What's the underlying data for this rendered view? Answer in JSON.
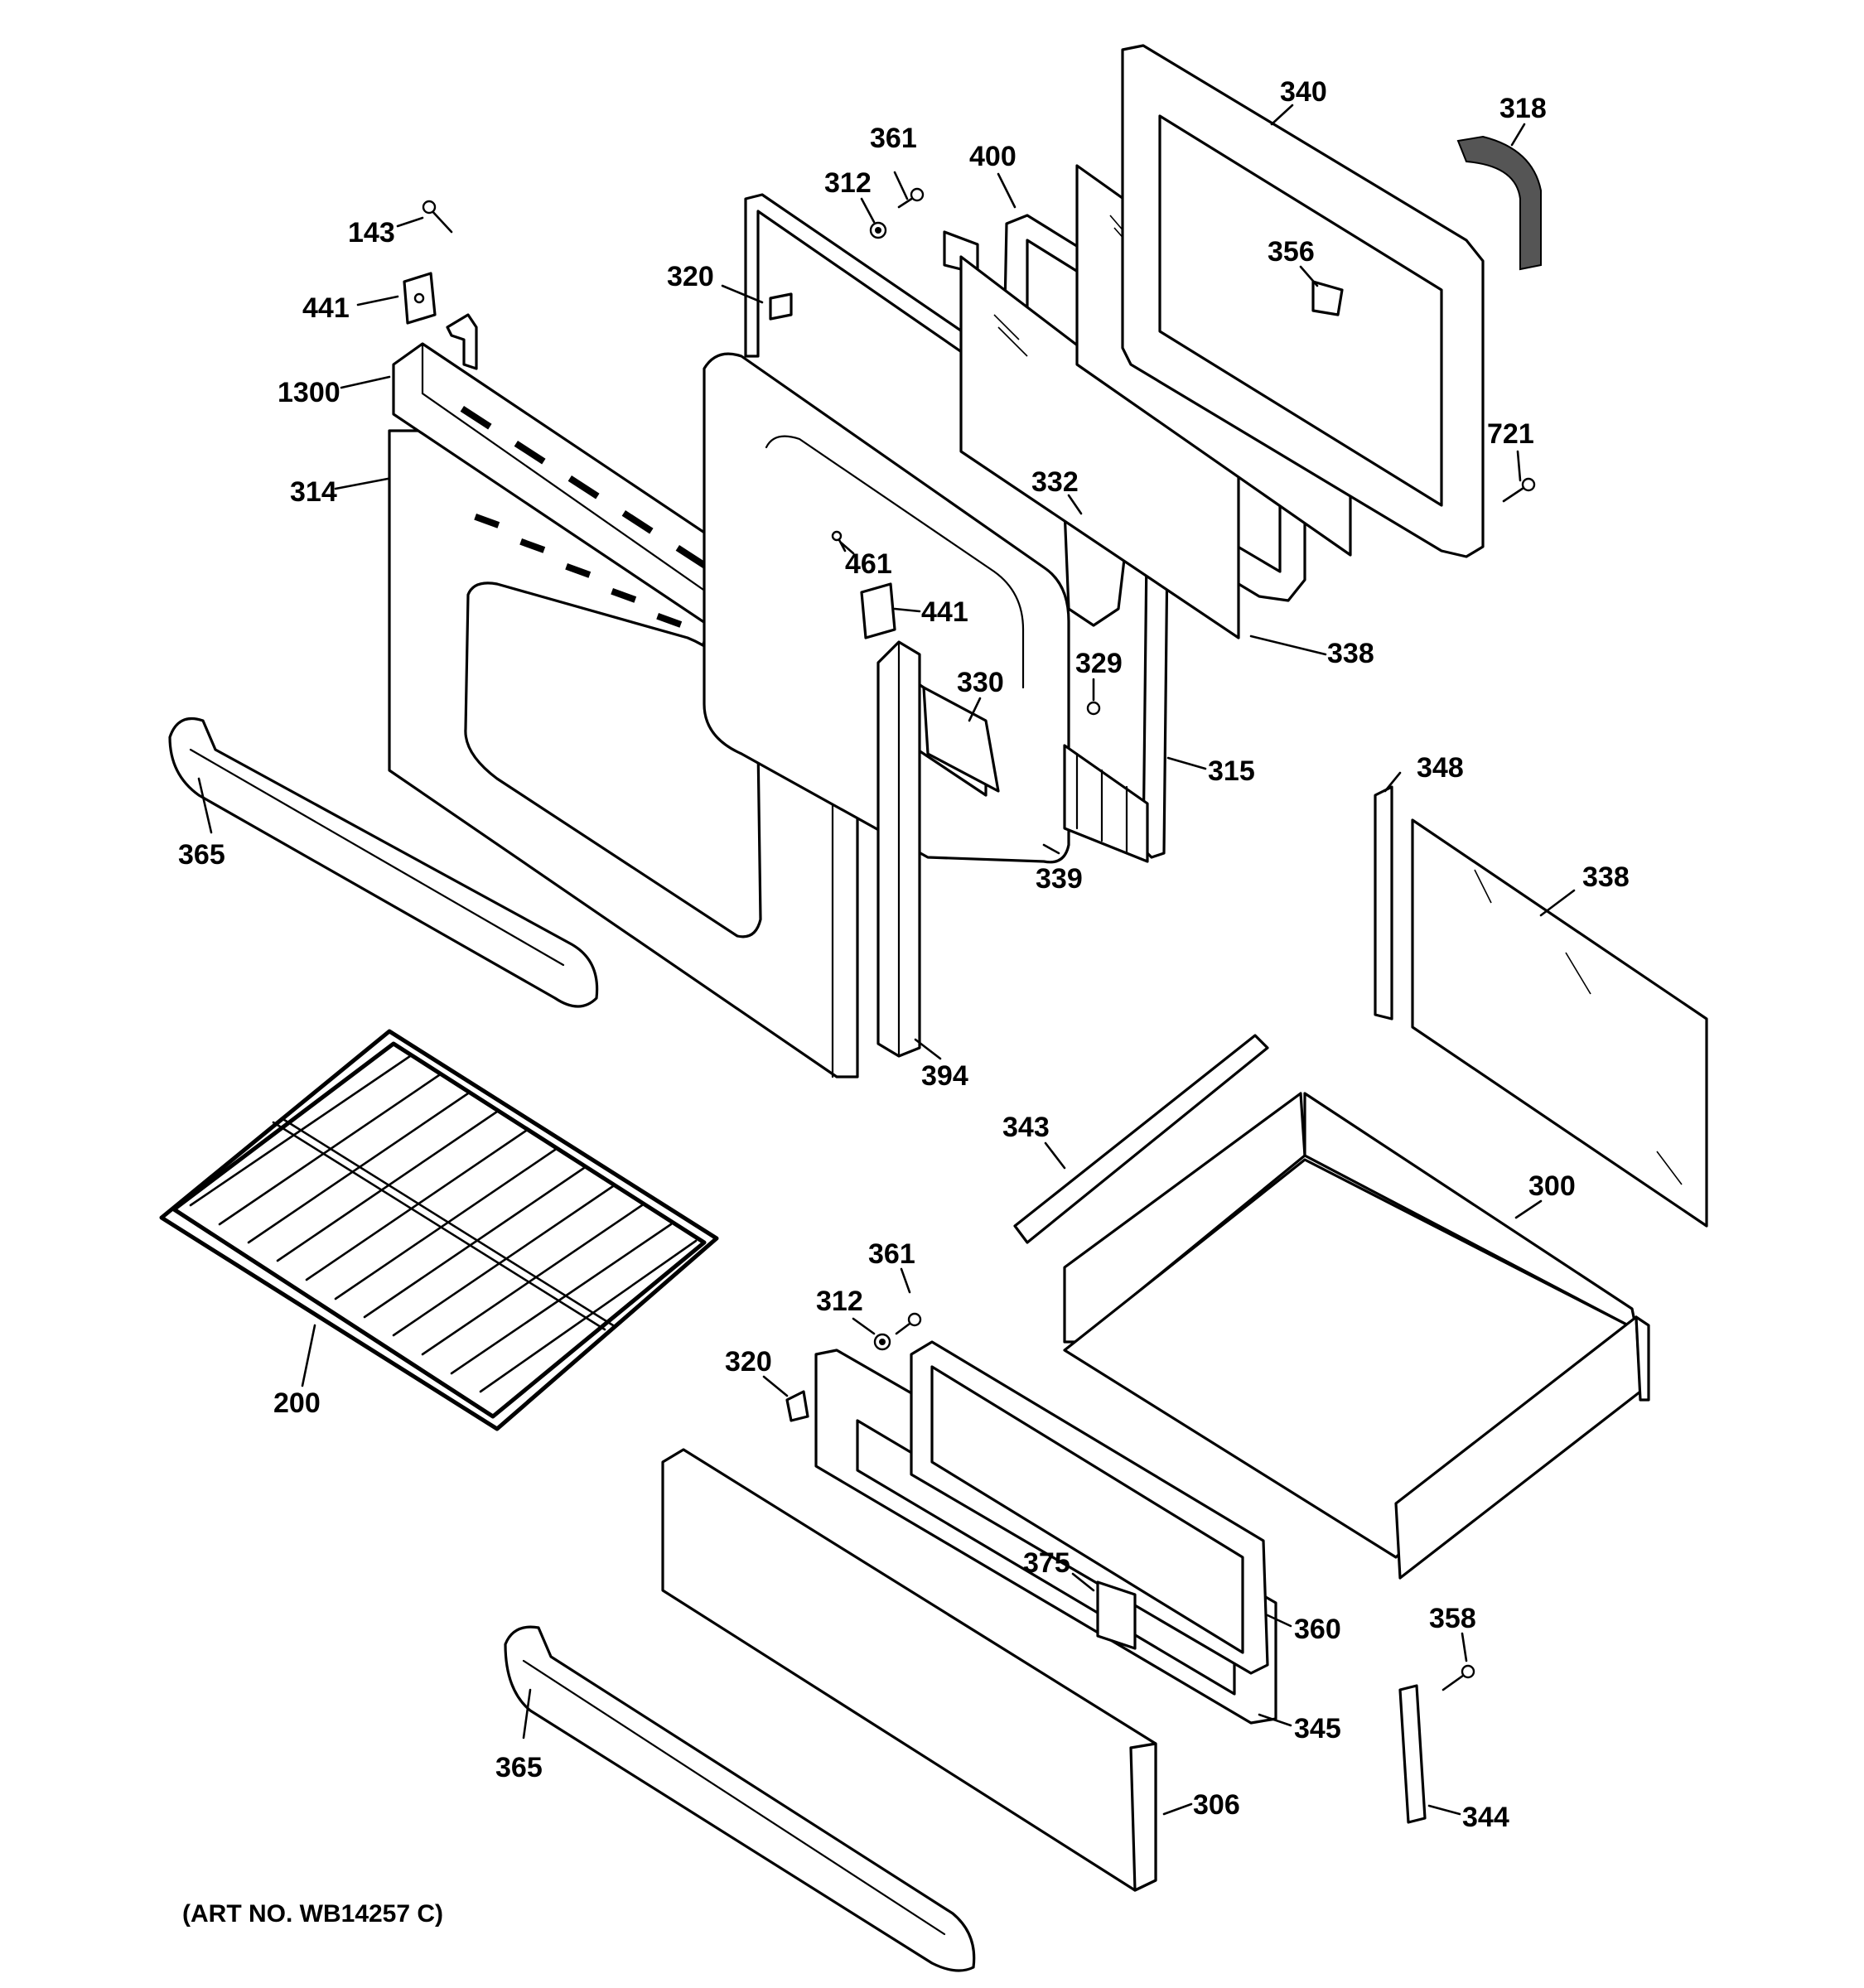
{
  "diagram": {
    "labels": {
      "l143": "143",
      "l441a": "441",
      "l1300": "1300",
      "l314": "314",
      "l365a": "365",
      "l320a": "320",
      "l312a": "312",
      "l361a": "361",
      "l400": "400",
      "l340": "340",
      "l318": "318",
      "l356": "356",
      "l721": "721",
      "l332": "332",
      "l461": "461",
      "l441b": "441",
      "l338a": "338",
      "l329": "329",
      "l330": "330",
      "l315": "315",
      "l339": "339",
      "l394": "394",
      "l348": "348",
      "l338b": "338",
      "l343": "343",
      "l300": "300",
      "l200": "200",
      "l361b": "361",
      "l312b": "312",
      "l320b": "320",
      "l375": "375",
      "l360": "360",
      "l345": "345",
      "l358": "358",
      "l344": "344",
      "l365b": "365",
      "l306": "306"
    },
    "art_number": "(ART NO. WB14257 C)"
  }
}
